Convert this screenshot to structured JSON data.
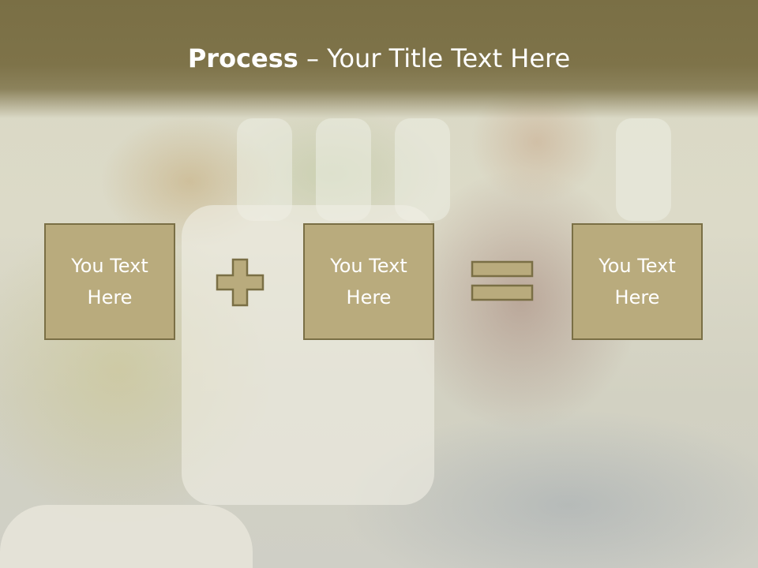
{
  "slide": {
    "title_bold": "Process",
    "title_rest": " – Your Title Text Here"
  },
  "process": {
    "boxes": [
      {
        "label": "You Text\nHere"
      },
      {
        "label": "You Text\nHere"
      },
      {
        "label": "You Text\nHere"
      }
    ],
    "operators": [
      "plus-icon",
      "equals-icon"
    ]
  },
  "colors": {
    "banner": "#7a6f45",
    "box_fill": "#b9ab7d",
    "box_border": "#7a6f45",
    "text": "#ffffff"
  }
}
